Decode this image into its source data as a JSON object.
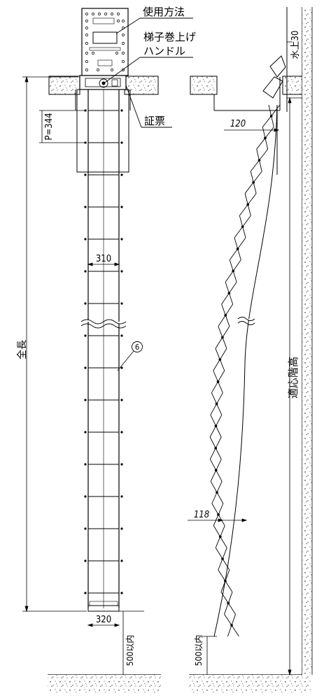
{
  "labels": {
    "usage": "使用方法",
    "ladder_winder_line1": "梯子巻上げ",
    "ladder_winder_line2": "ハンドル",
    "certificate": "証票",
    "pitch": "P=344",
    "width_top": "310",
    "width_bottom": "320",
    "total_length": "全長",
    "part_number": "6",
    "clearance_left": "500以内",
    "clearance_right": "500以内",
    "offset_top": "120",
    "offset_mid": "118",
    "water_rise": "水上30",
    "floor_height": "適応階高"
  }
}
